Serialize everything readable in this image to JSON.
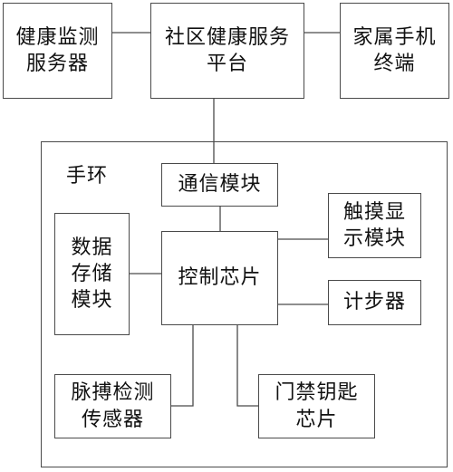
{
  "top_boxes": {
    "health_monitor": [
      "健康监测",
      "服务器"
    ],
    "community_platform": [
      "社区健康服务",
      "平台"
    ],
    "family_terminal": [
      "家属手机",
      "终端"
    ]
  },
  "wristband": {
    "label": "手环",
    "comm_module": [
      "通信模块"
    ],
    "touch_display": [
      "触摸显",
      "示模块"
    ],
    "data_storage": [
      "数据",
      "存储",
      "模块"
    ],
    "control_chip": [
      "控制芯片"
    ],
    "pedometer": [
      "计步器"
    ],
    "pulse_sensor": [
      "脉搏检测",
      "传感器"
    ],
    "access_key": [
      "门禁钥匙",
      "芯片"
    ]
  },
  "colors": {
    "line": "#4a4a4a",
    "text": "#111111",
    "background": "#ffffff"
  }
}
